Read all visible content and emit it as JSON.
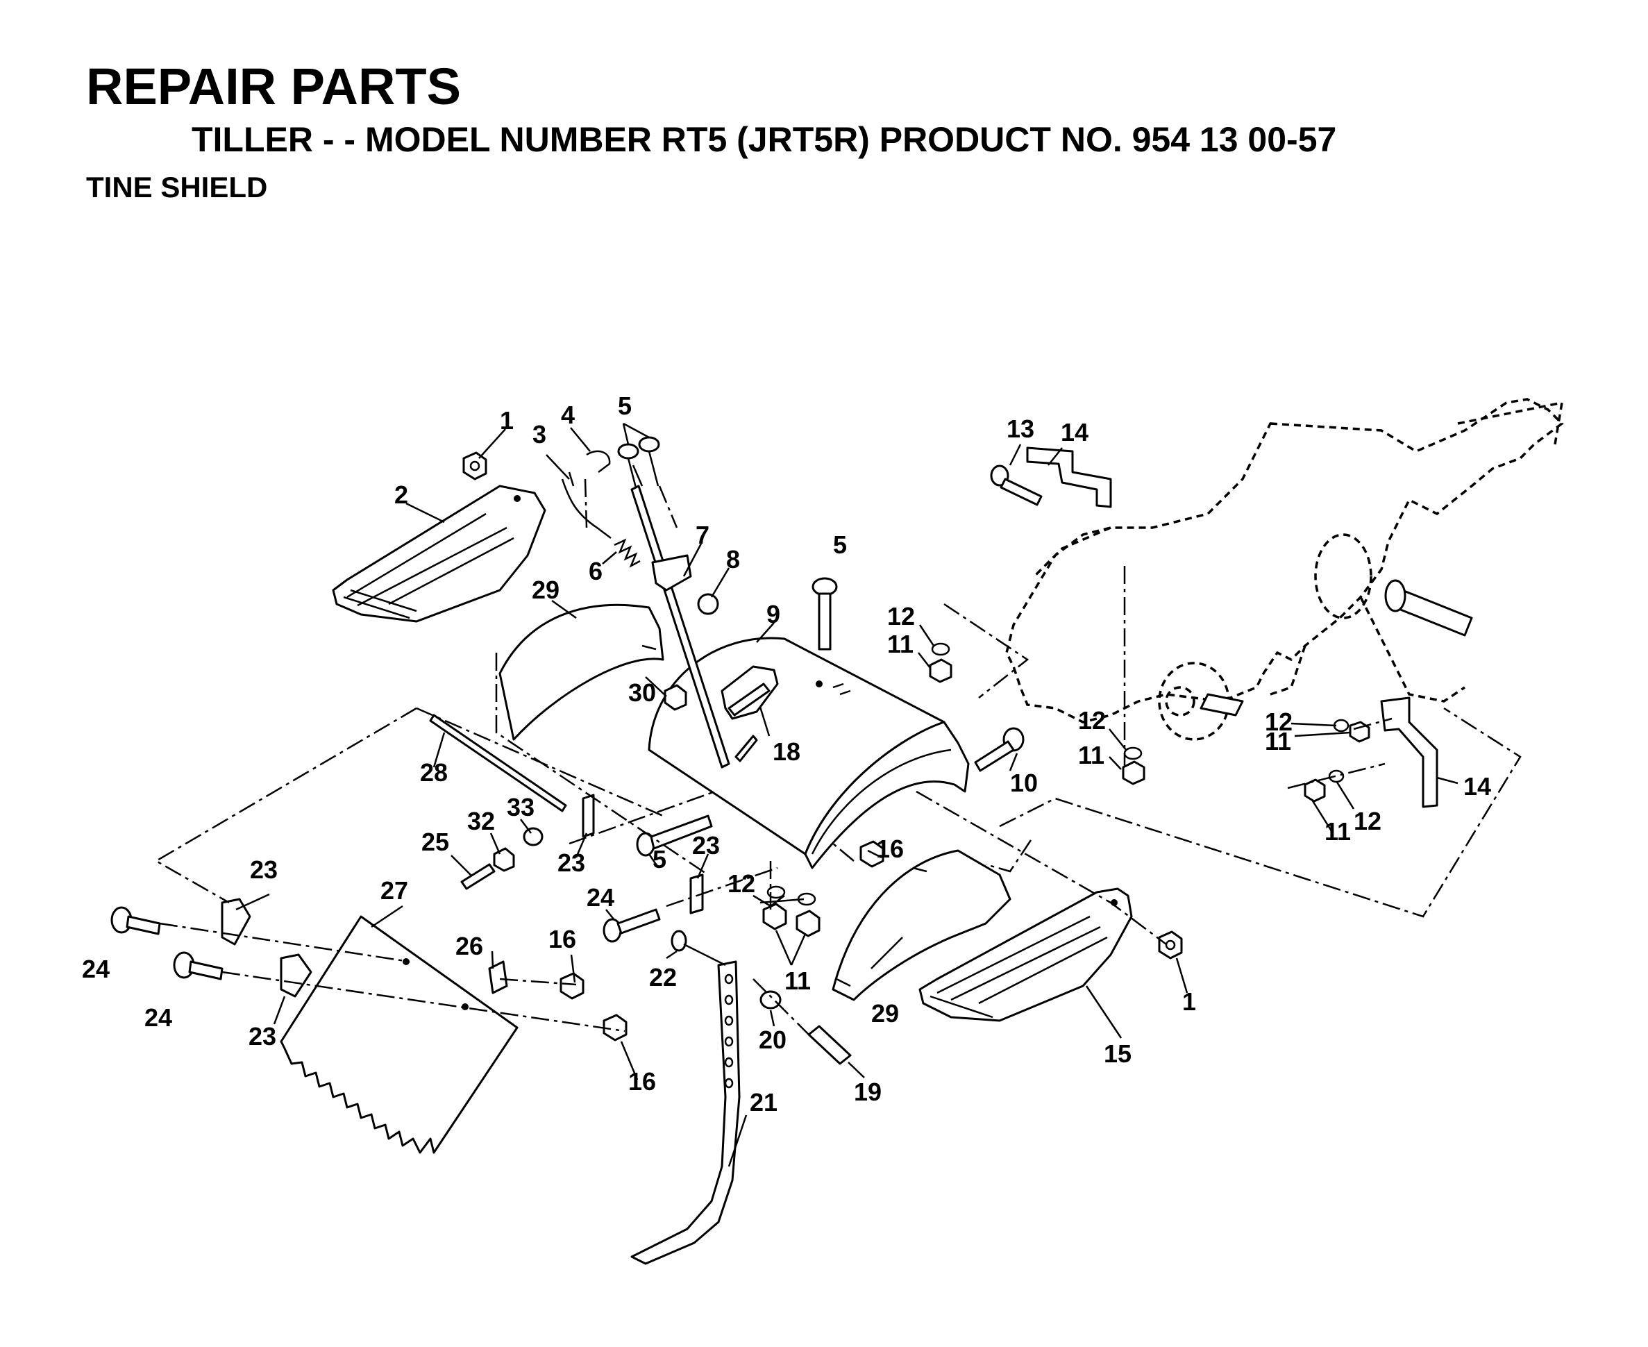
{
  "header": {
    "title": "REPAIR PARTS",
    "subtitle": "TILLER - - MODEL NUMBER RT5 (JRT5R) PRODUCT NO. 954 13 00-57",
    "section": "TINE SHIELD"
  },
  "callouts": {
    "c1a": "1",
    "c1b": "1",
    "c2": "2",
    "c3": "3",
    "c4": "4",
    "c5a": "5",
    "c5b": "5",
    "c5c": "5",
    "c6": "6",
    "c7": "7",
    "c8": "8",
    "c9": "9",
    "c10": "10",
    "c11a": "11",
    "c11b": "11",
    "c11c": "11",
    "c11d": "11",
    "c11e": "11",
    "c12a": "12",
    "c12b": "12",
    "c12c": "12",
    "c12d": "12",
    "c12e": "12",
    "c13": "13",
    "c14a": "14",
    "c14b": "14",
    "c15": "15",
    "c16a": "16",
    "c16b": "16",
    "c16c": "16",
    "c18": "18",
    "c19": "19",
    "c20": "20",
    "c21": "21",
    "c22": "22",
    "c23a": "23",
    "c23b": "23",
    "c23c": "23",
    "c23d": "23",
    "c24a": "24",
    "c24b": "24",
    "c24c": "24",
    "c25": "25",
    "c26": "26",
    "c27": "27",
    "c28": "28",
    "c29a": "29",
    "c29b": "29",
    "c30": "30",
    "c32": "32",
    "c33": "33"
  }
}
